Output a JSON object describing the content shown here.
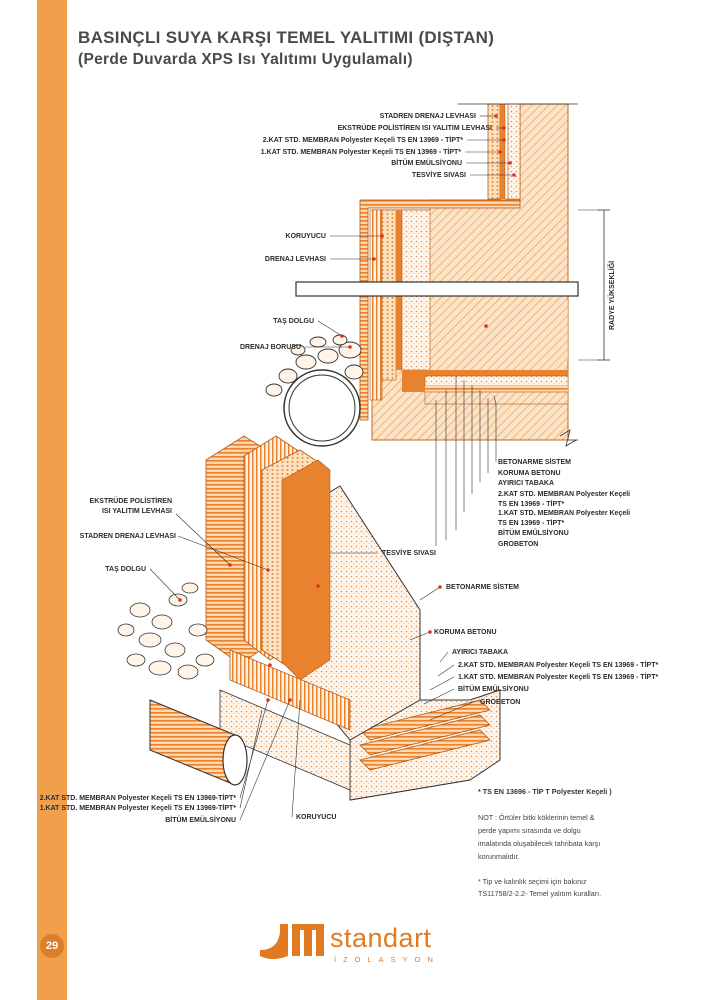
{
  "header": {
    "title": "BASINÇLI SUYA KARŞI TEMEL YALITIMI (DIŞTAN)",
    "subtitle": "(Perde Duvarda XPS Isı Yalıtımı Uygulamalı)"
  },
  "section_labels": {
    "stadren_drenaj": "STADREN DRENAJ LEVHASI",
    "xps_top": "EKSTRÜDE POLİSTİREN ISI YALITIM LEVHASI",
    "membran2_top": "2.KAT STD. MEMBRAN Polyester Keçeli TS EN 13969 - TİPT*",
    "membran1_top": "1.KAT STD. MEMBRAN Polyester Keçeli TS EN 13969 - TİPT*",
    "bitum_top": "BİTÜM EMÜLSİYONU",
    "tesviye_top": "TESVİYE SIVASI",
    "koruyucu": "KORUYUCU",
    "drenaj_levhasi": "DRENAJ LEVHASI",
    "tas_dolgu": "TAŞ DOLGU",
    "drenaj_borusu": "DRENAJ BORUSU",
    "radye": "RADYE YÜKSEKLİĞİ",
    "betonarme_sistem": "BETONARME SİSTEM",
    "koruma_betonu": "KORUMA BETONU",
    "ayirici": "AYIRICI TABAKA",
    "membran2_sec_a": "2.KAT STD. MEMBRAN Polyester Keçeli",
    "membran2_sec_b": "TS EN 13969 - TİPT*",
    "membran1_sec_a": "1.KAT STD. MEMBRAN Polyester Keçeli",
    "membran1_sec_b": "TS EN 13969 - TİPT*",
    "bitum_sec": "BİTÜM EMÜLSİYONU",
    "grobeton_sec": "GROBETON"
  },
  "iso_labels": {
    "xps_a": "EKSTRÜDE POLİSTİREN",
    "xps_b": "ISI YALITIM LEVHASI",
    "stadren": "STADREN DRENAJ LEVHASI",
    "tas_dolgu": "TAŞ DOLGU",
    "tesviye": "TESVİYE SIVASI",
    "betonarme": "BETONARME SİSTEM",
    "koruma": "KORUMA BETONU",
    "ayirici": "AYIRICI TABAKA",
    "membran2": "2.KAT STD. MEMBRAN Polyester Keçeli TS EN 13969 - TİPT*",
    "membran1": "1.KAT STD. MEMBRAN Polyester Keçeli TS EN 13969 - TİPT*",
    "bitum": "BİTÜM EMÜLSİYONU",
    "grobeton": "GROBETON",
    "membran2_left": "2.KAT STD. MEMBRAN Polyester Keçeli TS EN 13969-TİPT*",
    "membran1_left": "1.KAT STD. MEMBRAN Polyester Keçeli TS EN 13969-TİPT*",
    "bitum_left": "BİTÜM EMÜLSİYONU",
    "koruyucu": "KORUYUCU"
  },
  "notes": {
    "ts": "* TS EN 13696 - TİP T  Polyester Keçeli )",
    "not_1": "NOT : Örtüler bitki köklerinin temel &",
    "not_2": "perde yapımı sırasında ve dolgu",
    "not_3": "imalatında oluşabilecek tahribata karşı",
    "not_4": "korunmalıdır.",
    "tip_1": "* Tip ve kalınlık seçimi için bakınız",
    "tip_2": "TS11758/2-2.2- Temel yalıtım kuralları."
  },
  "footer": {
    "page_number": "29",
    "brand": "standart",
    "brand_sub": "İZOLASYON"
  },
  "colors": {
    "accent": "#f0a04b",
    "brand": "#e07b22",
    "leader_dot": "#e03020"
  }
}
